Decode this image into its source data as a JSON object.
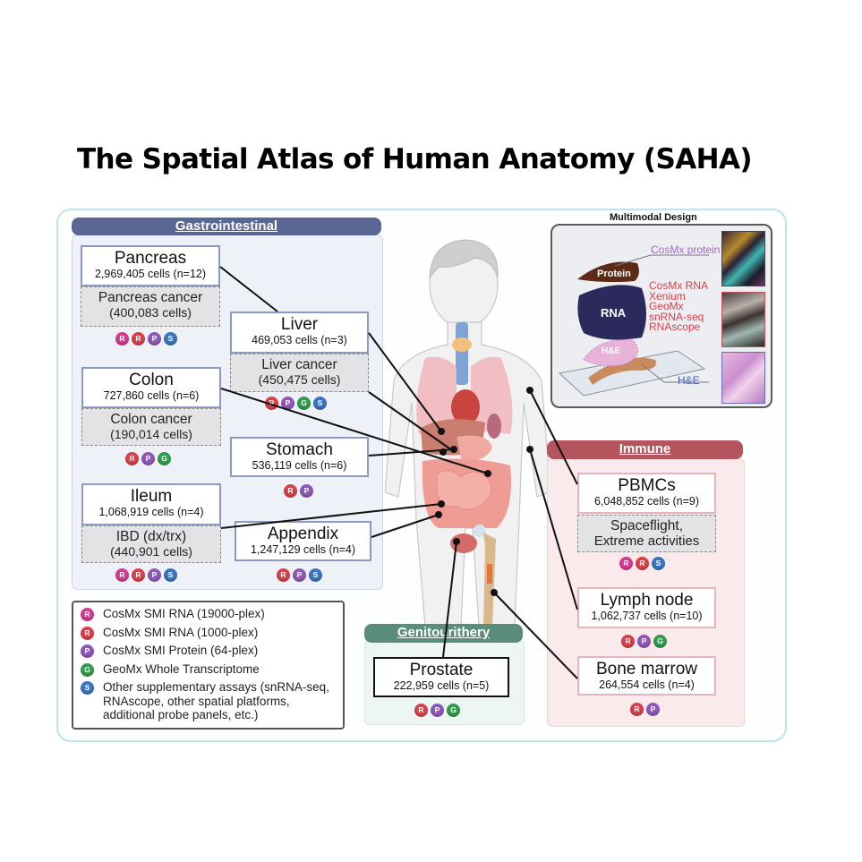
{
  "title": "The Spatial Atlas of Human Anatomy (SAHA)",
  "sections": {
    "gastrointestinal": "Gastrointestinal",
    "immune": "Immune",
    "genitourinary": "Genitourithery"
  },
  "gi": {
    "pancreas": {
      "name": "Pancreas",
      "cells": "2,969,405 cells (n=12)",
      "sub1": "Pancreas cancer",
      "sub2": "(400,083 cells)",
      "badges": [
        "R19",
        "R1",
        "P",
        "S"
      ]
    },
    "liver": {
      "name": "Liver",
      "cells": "469,053 cells (n=3)",
      "sub1": "Liver cancer",
      "sub2": "(450,475 cells)",
      "badges": [
        "R1",
        "P",
        "G",
        "S"
      ]
    },
    "colon": {
      "name": "Colon",
      "cells": "727,860 cells (n=6)",
      "sub1": "Colon cancer",
      "sub2": "(190,014 cells)",
      "badges": [
        "R1",
        "P",
        "G"
      ]
    },
    "stomach": {
      "name": "Stomach",
      "cells": "536,119 cells (n=6)",
      "badges": [
        "R1",
        "P"
      ]
    },
    "ileum": {
      "name": "Ileum",
      "cells": "1,068,919 cells (n=4)",
      "sub1": "IBD (dx/trx)",
      "sub2": "(440,901 cells)",
      "badges": [
        "R19",
        "R1",
        "P",
        "S"
      ]
    },
    "appendix": {
      "name": "Appendix",
      "cells": "1,247,129 cells (n=4)",
      "badges": [
        "R1",
        "P",
        "S"
      ]
    }
  },
  "immune": {
    "pbmcs": {
      "name": "PBMCs",
      "cells": "6,048,852 cells (n=9)",
      "sub1": "Spaceflight,",
      "sub2": "Extreme activities",
      "badges": [
        "R19",
        "R1",
        "S"
      ]
    },
    "lymph": {
      "name": "Lymph node",
      "cells": "1,062,737 cells (n=10)",
      "badges": [
        "R1",
        "P",
        "G"
      ]
    },
    "bone": {
      "name": "Bone marrow",
      "cells": "264,554 cells (n=4)",
      "badges": [
        "R1",
        "P"
      ]
    }
  },
  "gu": {
    "prostate": {
      "name": "Prostate",
      "cells": "222,959 cells (n=5)",
      "badges": [
        "R1",
        "P",
        "G"
      ]
    }
  },
  "badge_letters": {
    "R19": "R",
    "R1": "R",
    "P": "P",
    "G": "G",
    "S": "S"
  },
  "legend": [
    {
      "key": "R19",
      "text": "CosMx SMI RNA (19000-plex)"
    },
    {
      "key": "R1",
      "text": "CosMx SMI RNA (1000-plex)"
    },
    {
      "key": "P",
      "text": "CosMx SMI Protein (64-plex)"
    },
    {
      "key": "G",
      "text": "GeoMx Whole Transcriptome"
    },
    {
      "key": "S",
      "text": "Other supplementary assays (snRNA-seq, RNAscope, other spatial platforms, additional probe panels, etc.)"
    }
  ],
  "multimodal": {
    "title": "Multimodal Design",
    "protein_label": "CosMx protein",
    "protein_layer": "Protein",
    "rna_layer": "RNA",
    "he_layer": "H&E",
    "rna_methods": [
      "CosMx RNA",
      "Xenium",
      "GeoMx",
      "snRNA-seq",
      "RNAscope"
    ],
    "he_label": "H&E"
  },
  "colors": {
    "gi_header": "#5a6795",
    "immune_header": "#b4555d",
    "gu_header": "#5a8d7c",
    "R19": "#d63a8f",
    "R1": "#d8414a",
    "P": "#8f58b8",
    "G": "#2e9e4b",
    "S": "#3a75c0"
  }
}
